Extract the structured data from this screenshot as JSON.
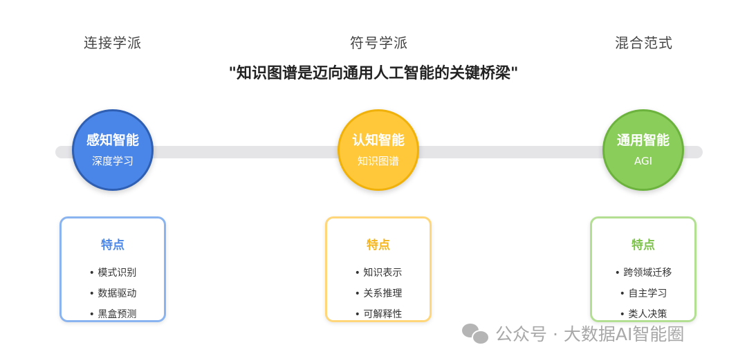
{
  "headers": {
    "left": "连接学派",
    "center": "符号学派",
    "right": "混合范式"
  },
  "title": "\"知识图谱是迈向通用人工智能的关键桥梁\"",
  "stages": [
    {
      "title": "感知智能",
      "subtitle": "深度学习",
      "color": "#4a86e8",
      "card_heading": "特点",
      "features": [
        "• 模式识别",
        "• 数据驱动",
        "• 黑盒预测"
      ]
    },
    {
      "title": "认知智能",
      "subtitle": "知识图谱",
      "color": "#ffc73a",
      "card_heading": "特点",
      "features": [
        "• 知识表示",
        "• 关系推理",
        "• 可解释性"
      ]
    },
    {
      "title": "通用智能",
      "subtitle": "AGI",
      "color": "#8acd5a",
      "card_heading": "特点",
      "features": [
        "• 跨领域迁移",
        "• 自主学习",
        "• 类人决策"
      ]
    }
  ],
  "watermark": {
    "icon": "wechat-icon",
    "text": "公众号 · 大数据AI智能圈"
  }
}
